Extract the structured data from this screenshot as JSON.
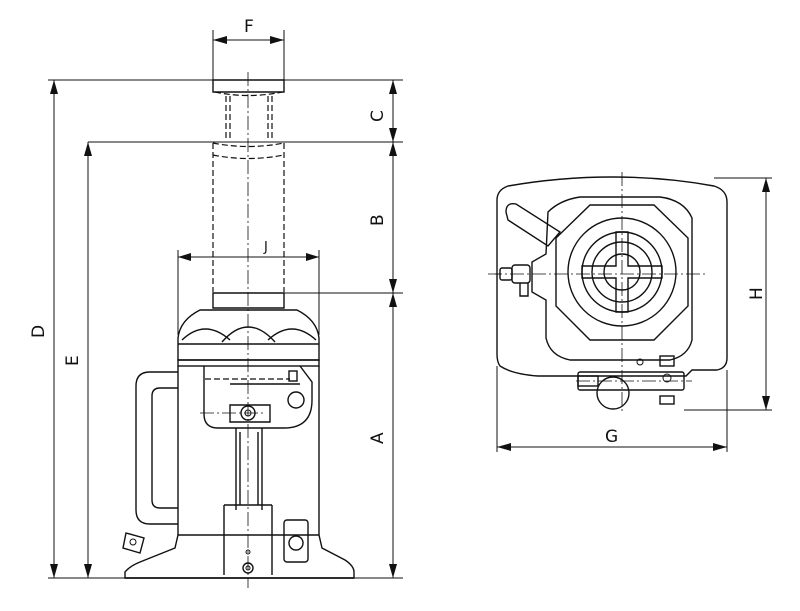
{
  "labels": {
    "F": "F",
    "C": "C",
    "B": "B",
    "J": "J",
    "A": "A",
    "D": "D",
    "E": "E",
    "H": "H",
    "G": "G"
  }
}
